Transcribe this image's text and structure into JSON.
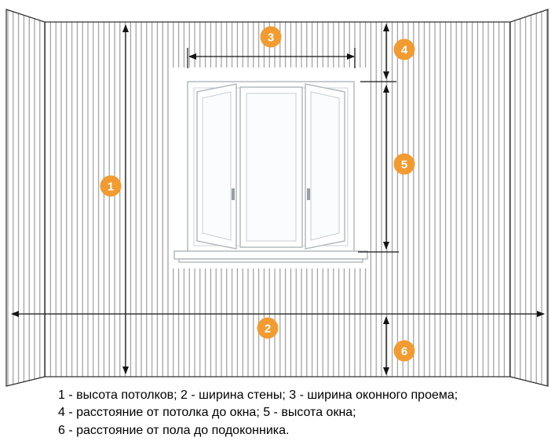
{
  "markers": [
    {
      "label": "1"
    },
    {
      "label": "2"
    },
    {
      "label": "3"
    },
    {
      "label": "4"
    },
    {
      "label": "5"
    },
    {
      "label": "6"
    }
  ],
  "legend": {
    "lines": [
      "1 - высота потолков; 2 - ширина стены; 3 - ширина оконного проема;",
      "4 - расстояние от потолка до окна; 5 - высота окна;",
      "6 - расстояние от пола до подоконника."
    ]
  },
  "colors": {
    "marker_fill": "#f29b30",
    "marker_label": "#ffffff",
    "wall_outline": "#2b2b2b",
    "stripe": "#8a8a8a",
    "measure_line": "#141414",
    "window_outline": "#b4babe"
  }
}
